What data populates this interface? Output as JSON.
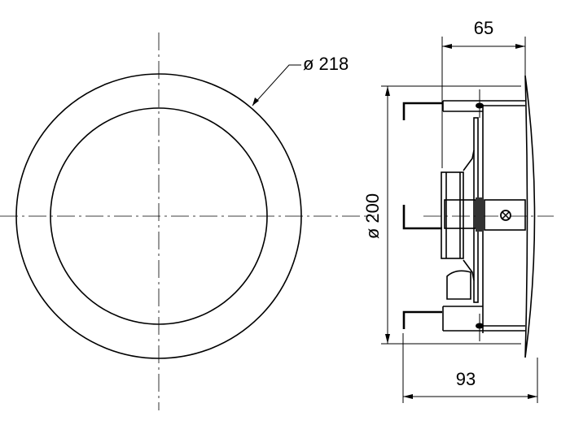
{
  "dimensions": {
    "front_diameter": "ø 218",
    "side_diameter": "ø 200",
    "depth_top": "65",
    "depth_bottom": "93"
  }
}
